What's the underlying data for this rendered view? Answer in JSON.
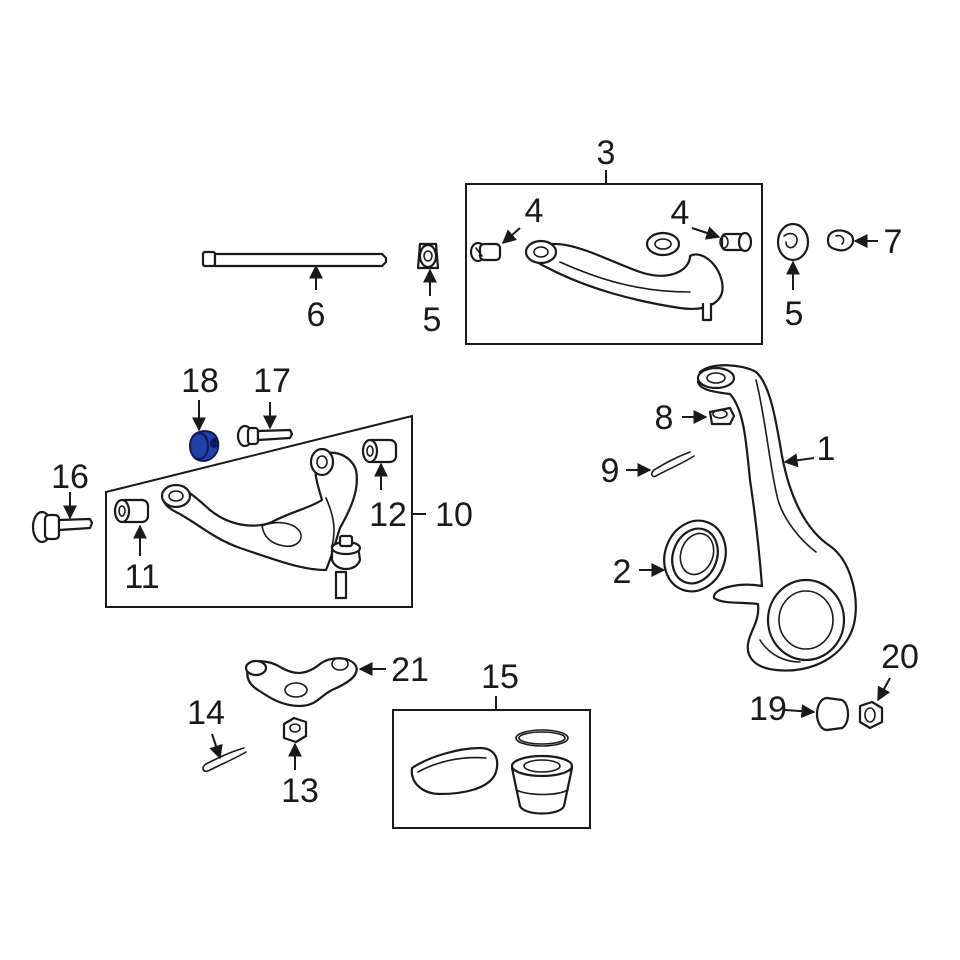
{
  "highlight_color": "#2340a8",
  "callouts": {
    "c1": "1",
    "c2": "2",
    "c3": "3",
    "c4a": "4",
    "c4b": "4",
    "c5a": "5",
    "c5b": "5",
    "c6": "6",
    "c7": "7",
    "c8": "8",
    "c9": "9",
    "c10": "10",
    "c11": "11",
    "c12": "12",
    "c13": "13",
    "c14": "14",
    "c15": "15",
    "c16": "16",
    "c17": "17",
    "c18": "18",
    "c19": "19",
    "c20": "20",
    "c21": "21"
  },
  "highlighted_part": "18"
}
